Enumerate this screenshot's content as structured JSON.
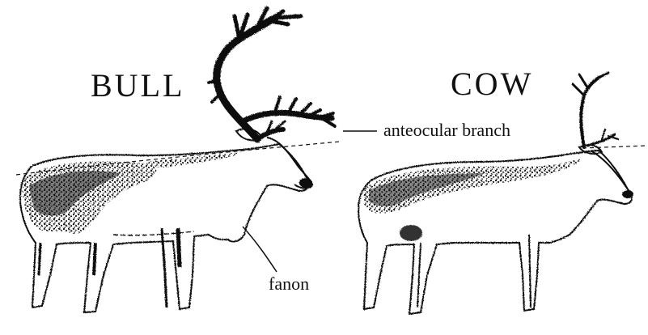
{
  "labels": {
    "bull": "BULL",
    "cow": "COW",
    "anteocular_branch": "anteocular branch",
    "fanon": "fanon"
  },
  "colors": {
    "ink": "#111111",
    "background": "#ffffff"
  }
}
